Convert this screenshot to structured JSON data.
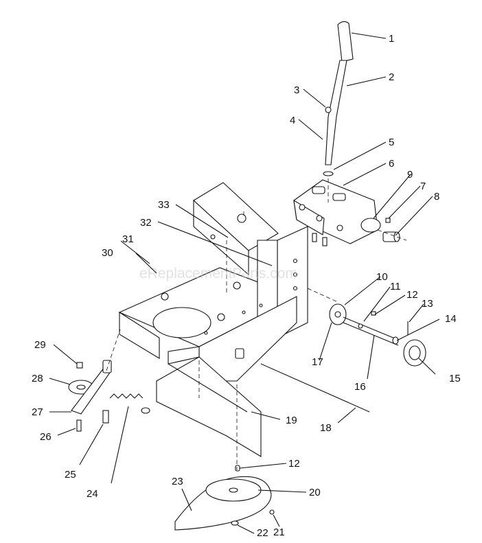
{
  "watermark": "eReplacementParts.com",
  "callouts": [
    {
      "id": 1,
      "label": "1"
    },
    {
      "id": 2,
      "label": "2"
    },
    {
      "id": 3,
      "label": "3"
    },
    {
      "id": 4,
      "label": "4"
    },
    {
      "id": 5,
      "label": "5"
    },
    {
      "id": 6,
      "label": "6"
    },
    {
      "id": 7,
      "label": "7"
    },
    {
      "id": 8,
      "label": "8"
    },
    {
      "id": 9,
      "label": "9"
    },
    {
      "id": 10,
      "label": "10"
    },
    {
      "id": 11,
      "label": "11"
    },
    {
      "id": 12,
      "label": "12"
    },
    {
      "id": 13,
      "label": "13"
    },
    {
      "id": 14,
      "label": "14"
    },
    {
      "id": 15,
      "label": "15"
    },
    {
      "id": 16,
      "label": "16"
    },
    {
      "id": 17,
      "label": "17"
    },
    {
      "id": 18,
      "label": "18"
    },
    {
      "id": 19,
      "label": "19"
    },
    {
      "id": 20,
      "label": "20"
    },
    {
      "id": 21,
      "label": "21"
    },
    {
      "id": 22,
      "label": "22"
    },
    {
      "id": 23,
      "label": "23"
    },
    {
      "id": 24,
      "label": "24"
    },
    {
      "id": 25,
      "label": "25"
    },
    {
      "id": 26,
      "label": "26"
    },
    {
      "id": 27,
      "label": "27"
    },
    {
      "id": 28,
      "label": "28"
    },
    {
      "id": 29,
      "label": "29"
    },
    {
      "id": 30,
      "label": "30"
    },
    {
      "id": 31,
      "label": "31"
    },
    {
      "id": 32,
      "label": "32"
    },
    {
      "id": 33,
      "label": "33"
    },
    {
      "id": "12b",
      "label": "12"
    }
  ]
}
